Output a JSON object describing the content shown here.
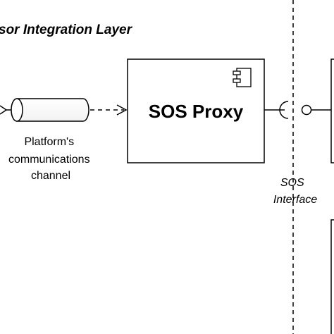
{
  "layer": {
    "title": "sor Integration Layer"
  },
  "proxy": {
    "label": "SOS Proxy",
    "stereotype_icon": "component-icon"
  },
  "channel": {
    "label_lines": [
      "Platform's",
      "communications",
      "channel"
    ]
  },
  "interface": {
    "label_lines": [
      "SOS",
      "Interface"
    ]
  }
}
